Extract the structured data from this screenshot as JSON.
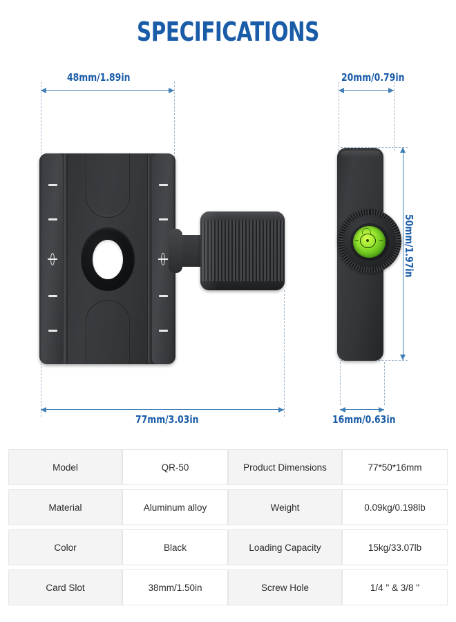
{
  "title": "SPECIFICATIONS",
  "theme": {
    "title_color": "#1a5ca8",
    "dim_line_color": "#3f7fb5",
    "ext_line_color": "#9fb4c7",
    "label_cell_bg": "#f4f4f4",
    "value_cell_bg": "#ffffff",
    "level_green": "#8ee02b",
    "product_black": "#333537"
  },
  "dimensions": {
    "front_width_top": "48mm/1.89in",
    "front_width_bottom": "77mm/3.03in",
    "side_width_top": "20mm/0.79in",
    "side_width_bottom": "16mm/0.63in",
    "side_height": "50mm/1.97in"
  },
  "views": {
    "front": {
      "name": "front-view",
      "parts": [
        "plate",
        "side-rails",
        "tick-marks",
        "center-hole",
        "grooves",
        "locking-knob"
      ]
    },
    "side": {
      "name": "side-view",
      "parts": [
        "plate-edge",
        "knurled-knob-ring",
        "bubble-level"
      ]
    }
  },
  "spec_table": {
    "rows": [
      {
        "key1": "Model",
        "val1": "QR-50",
        "key2": "Product Dimensions",
        "val2": "77*50*16mm"
      },
      {
        "key1": "Material",
        "val1": "Aluminum alloy",
        "key2": "Weight",
        "val2": "0.09kg/0.198lb"
      },
      {
        "key1": "Color",
        "val1": "Black",
        "key2": "Loading Capacity",
        "val2": "15kg/33.07lb"
      },
      {
        "key1": "Card Slot",
        "val1": "38mm/1.50in",
        "key2": "Screw Hole",
        "val2": "1/4 \" & 3/8 \""
      }
    ]
  }
}
